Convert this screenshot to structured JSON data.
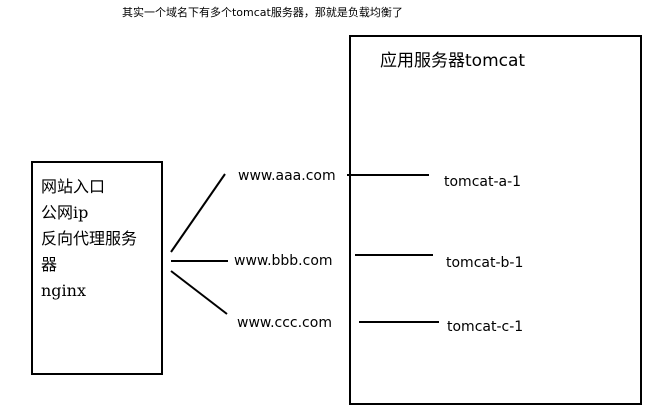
{
  "top_note": "其实一个域名下有多个tomcat服务器，那就是负载均衡了",
  "right_box": {
    "title": "应用服务器tomcat",
    "instances": [
      "tomcat-a-1",
      "tomcat-b-1",
      "tomcat-c-1"
    ]
  },
  "left_box": {
    "lines": [
      "网站入口",
      "公网ip",
      "反向代理服务",
      "器",
      "nginx"
    ]
  },
  "domains": [
    "www.aaa.com",
    "www.bbb.com",
    "www.ccc.com"
  ]
}
